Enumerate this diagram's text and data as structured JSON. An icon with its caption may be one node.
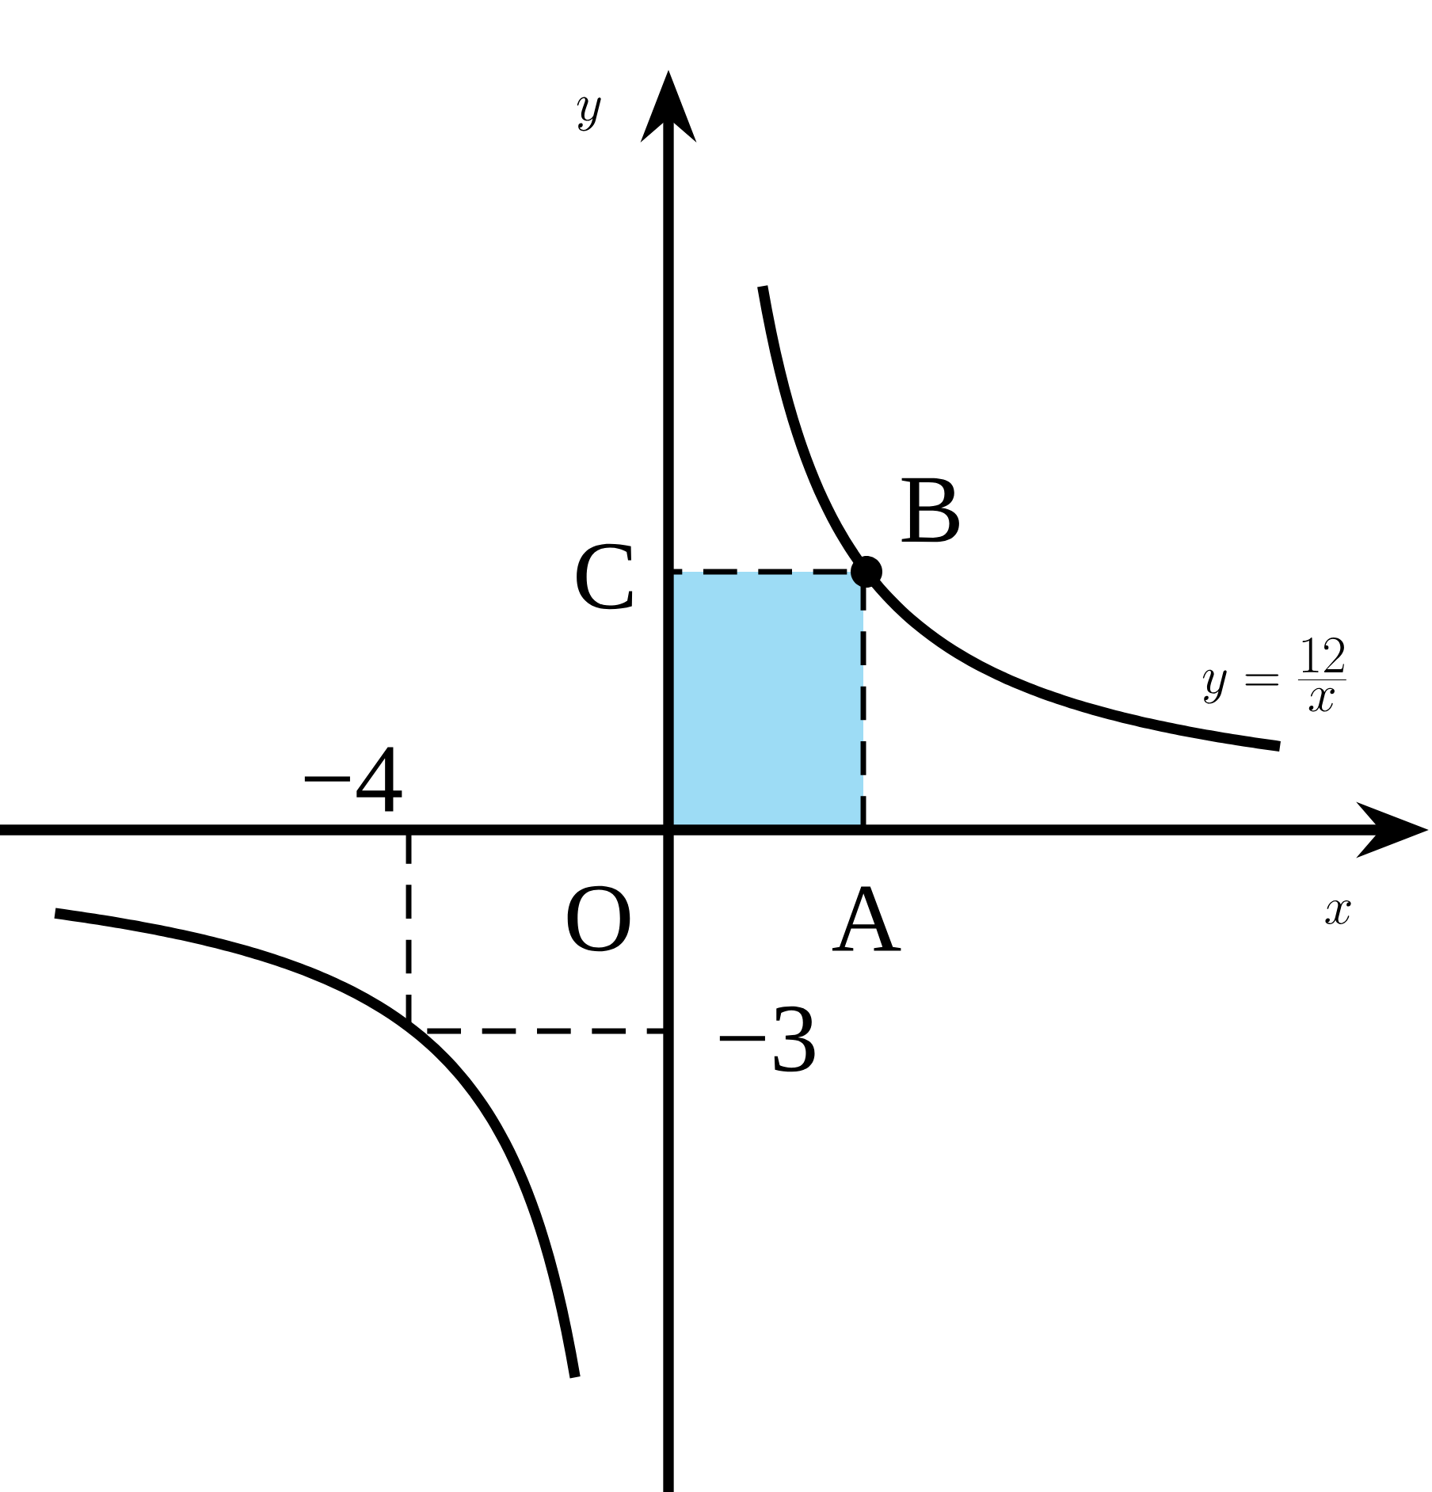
{
  "diagram": {
    "labels": [
      "y",
      "C",
      "B",
      "y=\\frac{12}{x}",
      "−4",
      "O",
      "A",
      "x",
      "−3"
    ]
  }
}
